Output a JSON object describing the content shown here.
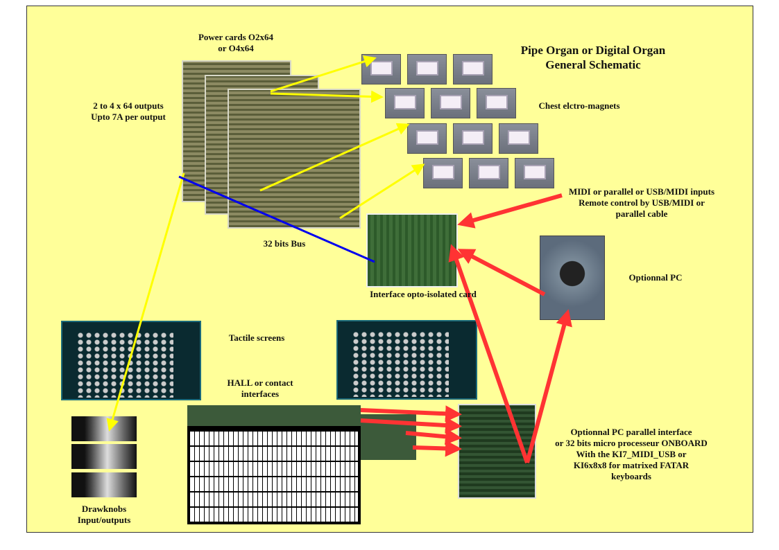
{
  "title": [
    "Pipe Organ or Digital Organ",
    "General Schematic"
  ],
  "labels": {
    "power_cards": [
      "Power cards O2x64",
      "or O4x64"
    ],
    "outputs": [
      "2 to 4 x 64 outputs",
      "Upto 7A per output"
    ],
    "magnets": "Chest elctro-magnets",
    "midi": [
      "MIDI or parallel or USB/MIDI inputs",
      "Remote control by USB/MIDI or",
      "parallel cable"
    ],
    "bus": "32 bits Bus",
    "interface": "Interface opto-isolated card",
    "pc": "Optionnal PC",
    "tactile": "Tactile screens",
    "hall": [
      "HALL or contact",
      "interfaces"
    ],
    "drawknobs": [
      "Drawknobs",
      "Input/outputs"
    ],
    "parallel": [
      "Optionnal PC parallel interface",
      "or 32 bits micro processeur ONBOARD",
      "With the KI7_MIDI_USB or",
      "KI6x8x8 for matrixed FATAR",
      "keyboards"
    ]
  },
  "colors": {
    "background": "#ffff99",
    "yellow_arrow": "#ffff00",
    "blue_bus": "#0000ee",
    "red_arrow": "#ff3333"
  }
}
